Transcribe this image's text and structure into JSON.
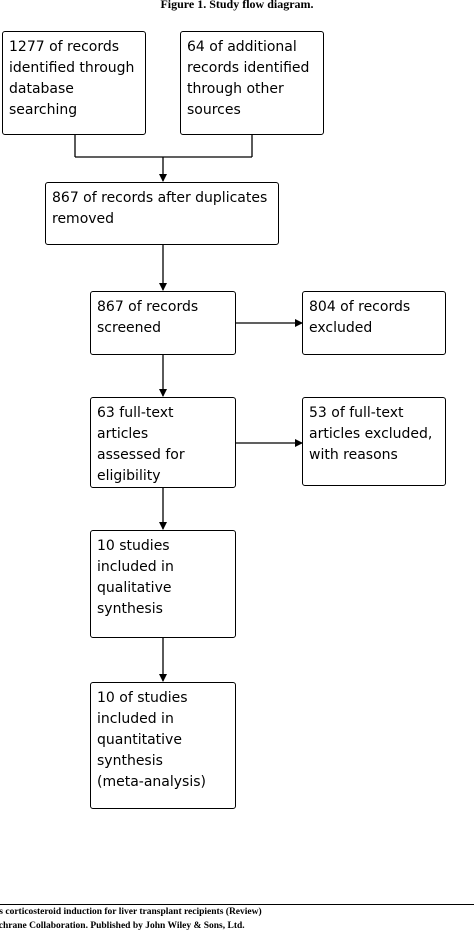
{
  "figure_title": "Figure 1.   Study flow diagram.",
  "boxes": {
    "records_database": "1277 of records\nidentified through\ndatabase\nsearching",
    "records_other": "64 of additional\nrecords identified\nthrough other\nsources",
    "after_duplicates": "867 of records after duplicates\nremoved",
    "screened": "867 of records\nscreened",
    "excluded": "804 of records\nexcluded",
    "fulltext_assessed": "63 full-text articles\nassessed for\neligibility",
    "fulltext_excluded": "53 of full-text\narticles excluded,\nwith reasons",
    "qualitative": "10 studies\nincluded in\nqualitative\nsynthesis",
    "quantitative": "10 of studies\nincluded in\nquantitative\nsynthesis\n(meta-analysis)"
  },
  "footer": {
    "line1": "us corticosteroid induction for liver transplant recipients (Review)",
    "line2": "ochrane Collaboration. Published by John Wiley & Sons, Ltd."
  }
}
